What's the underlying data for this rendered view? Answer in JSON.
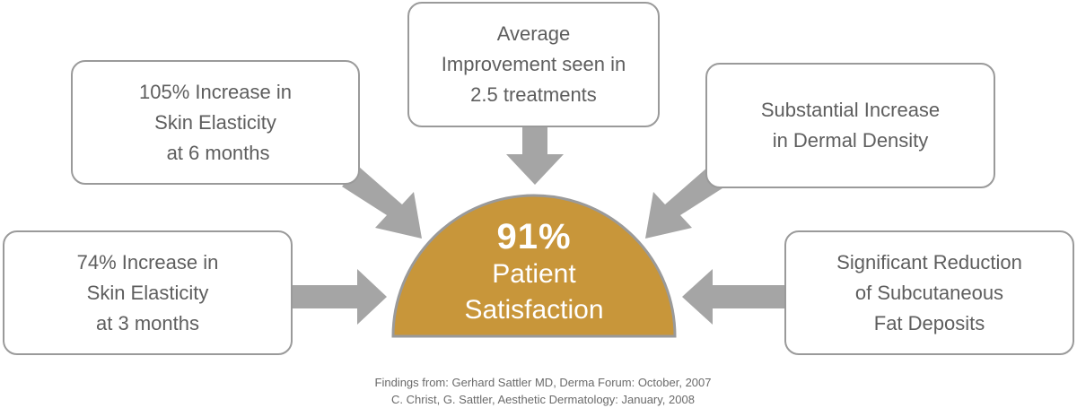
{
  "boxes": {
    "top": [
      "Average",
      "Improvement seen in",
      "2.5 treatments"
    ],
    "top_left": [
      "105% Increase in",
      "Skin Elasticity",
      " at 6 months"
    ],
    "top_right": [
      "Substantial Increase",
      "in Dermal Density"
    ],
    "left": [
      "74% Increase in",
      "Skin Elasticity",
      "at 3 months"
    ],
    "right": [
      "Significant Reduction",
      "of Subcutaneous",
      "Fat Deposits"
    ]
  },
  "center": {
    "percent": "91%",
    "line1": "Patient",
    "line2": "Satisfaction",
    "fill_color": "#c8963a",
    "border_color": "#9a9a9a"
  },
  "arrow_color": "#a5a5a5",
  "footer": {
    "line1": "Findings from: Gerhard Sattler MD, Derma Forum:  October,   2007",
    "line2": "C. Christ, G. Sattler, Aesthetic Dermatology:  January,  2008"
  }
}
